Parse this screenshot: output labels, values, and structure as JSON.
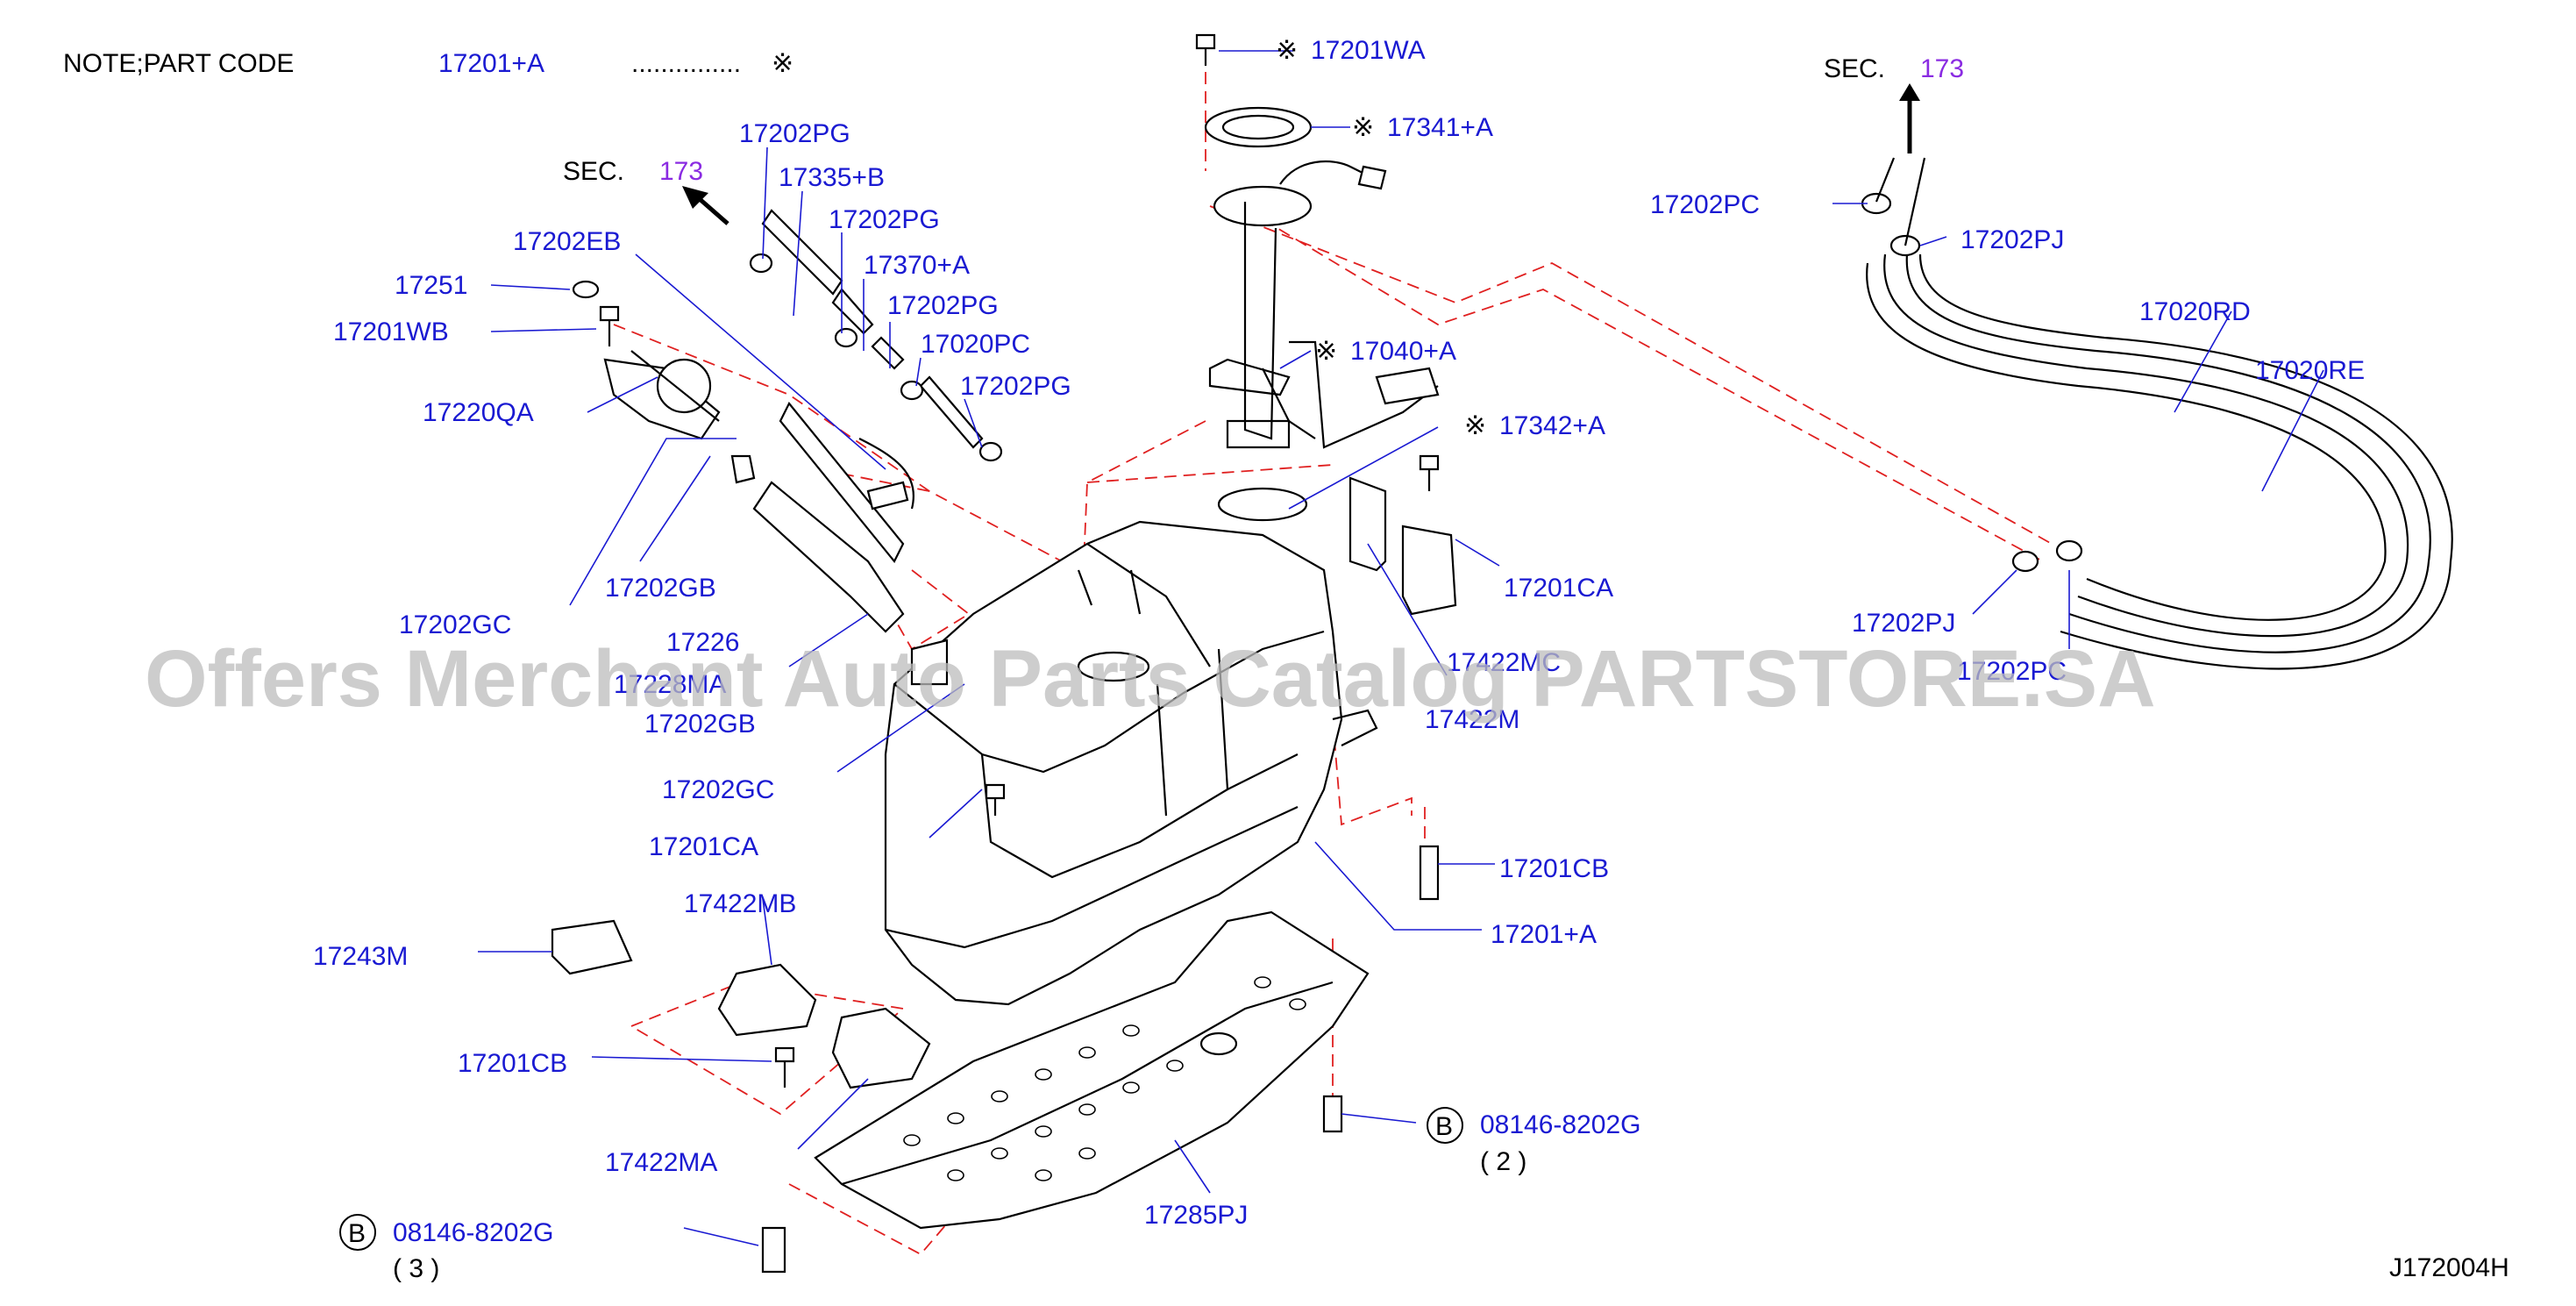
{
  "note": {
    "text": "NOTE;PART   CODE",
    "code": "17201+A",
    "dots": "...............",
    "mark": "※"
  },
  "sec_left": {
    "label": "SEC.",
    "number": "173"
  },
  "sec_right": {
    "label": "SEC.",
    "number": "173"
  },
  "watermark": "Offers Merchant Auto Parts Catalog PARTSTORE.SA",
  "diagram_code": "J172004H",
  "ref_mark": "※",
  "labels": {
    "p17201WA": "17201WA",
    "p17341A": "17341+A",
    "p17040A": "17040+A",
    "p17342A": "17342+A",
    "p17202PG_1": "17202PG",
    "p17335B": "17335+B",
    "p17202PG_2": "17202PG",
    "p17370A": "17370+A",
    "p17202PG_3": "17202PG",
    "p17020PC": "17020PC",
    "p17202PG_4": "17202PG",
    "p17202EB": "17202EB",
    "p17251": "17251",
    "p17201WB": "17201WB",
    "p17220QA": "17220QA",
    "p17202GB_1": "17202GB",
    "p17202GC_1": "17202GC",
    "p17226": "17226",
    "p17228MA": "17228MA",
    "p17202GB_2": "17202GB",
    "p17202GC_2": "17202GC",
    "p17201CA_1": "17201CA",
    "p17201CA_2": "17201CA",
    "p17422MC": "17422MC",
    "p17422M": "17422M",
    "p17201CB_1": "17201CB",
    "p17201A": "17201+A",
    "p17422MB": "17422MB",
    "p17243M": "17243M",
    "p17201CB_2": "17201CB",
    "p17422MA": "17422MA",
    "p17285PJ": "17285PJ",
    "p08146_1": "08146-8202G",
    "qty_1": "( 2 )",
    "p08146_2": "08146-8202G",
    "qty_2": "( 3 )",
    "p17202PC_1": "17202PC",
    "p17202PJ_1": "17202PJ",
    "p17020RD": "17020RD",
    "p17020RE": "17020RE",
    "p17202PJ_2": "17202PJ",
    "p17202PC_2": "17202PC",
    "circle_b": "B"
  }
}
